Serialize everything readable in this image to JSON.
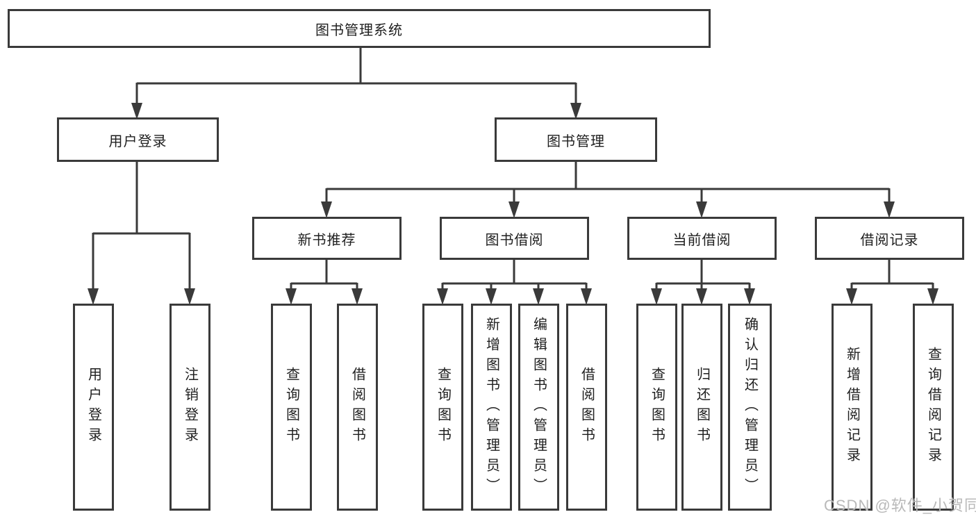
{
  "diagram": {
    "root": {
      "label": "图书管理系统"
    },
    "user_login": {
      "label": "用户登录",
      "children": {
        "login": "用户登录",
        "logout": "注销登录"
      }
    },
    "book_management": {
      "label": "图书管理",
      "new_book_recommend": {
        "label": "新书推荐",
        "children": {
          "query_books": "查询图书",
          "borrow_books": "借阅图书"
        }
      },
      "book_borrowing": {
        "label": "图书借阅",
        "children": {
          "query_books": "查询图书",
          "add_books_admin": "新增图书（管理员）",
          "edit_books_admin": "编辑图书（管理员）",
          "borrow_books": "借阅图书"
        }
      },
      "current_borrowing": {
        "label": "当前借阅",
        "children": {
          "query_books": "查询图书",
          "return_books": "归还图书",
          "confirm_return_admin": "确认归还（管理员）"
        }
      },
      "borrow_records": {
        "label": "借阅记录",
        "children": {
          "add_record": "新增借阅记录",
          "query_record": "查询借阅记录"
        }
      }
    }
  },
  "watermark": {
    "text": "CSDN @软件_小贺同学"
  },
  "colors": {
    "line": "#3a3a3a",
    "box_border": "#3a3a3a",
    "text": "#1f1f1f",
    "box_background": "#ffffff",
    "page_background": "#ffffff",
    "watermark": "#b9b9b9"
  }
}
